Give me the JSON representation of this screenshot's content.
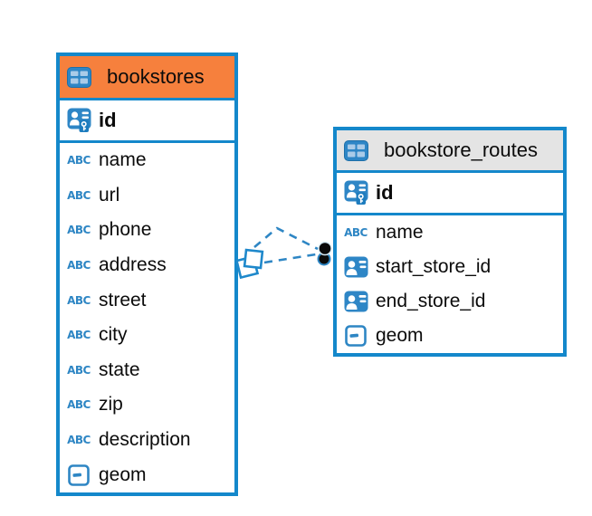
{
  "diagram": {
    "kind": "entity-relationship-diagram",
    "background": "#ffffff"
  },
  "colors": {
    "table_border": "#1488CB",
    "bookstores_header_bg": "#F6803D",
    "routes_header_bg": "#E4E4E4",
    "icon_blue": "#2E86C4",
    "icon_cell_light": "#AACBE8",
    "relationship_line": "#2E86C4",
    "relationship_dot": "#0a0a0a",
    "text": "#0b0b0b"
  },
  "icons": {
    "text_type_label": "ABC"
  },
  "tables": [
    {
      "name": "bookstores",
      "header": {
        "label": "bookstores",
        "background": "#F6803D",
        "icon": "table-icon"
      },
      "primary_key": {
        "name": "id",
        "type": "primary-key",
        "icon": "person-key-icon"
      },
      "columns": [
        {
          "name": "name",
          "type": "text",
          "icon": "abc-icon"
        },
        {
          "name": "url",
          "type": "text",
          "icon": "abc-icon"
        },
        {
          "name": "phone",
          "type": "text",
          "icon": "abc-icon"
        },
        {
          "name": "address",
          "type": "text",
          "icon": "abc-icon"
        },
        {
          "name": "street",
          "type": "text",
          "icon": "abc-icon"
        },
        {
          "name": "city",
          "type": "text",
          "icon": "abc-icon"
        },
        {
          "name": "state",
          "type": "text",
          "icon": "abc-icon"
        },
        {
          "name": "zip",
          "type": "text",
          "icon": "abc-icon"
        },
        {
          "name": "description",
          "type": "text",
          "icon": "abc-icon"
        },
        {
          "name": "geom",
          "type": "geometry",
          "icon": "geometry-icon"
        }
      ]
    },
    {
      "name": "bookstore_routes",
      "header": {
        "label": "bookstore_routes",
        "background": "#E4E4E4",
        "icon": "table-icon"
      },
      "primary_key": {
        "name": "id",
        "type": "primary-key",
        "icon": "person-key-icon"
      },
      "columns": [
        {
          "name": "name",
          "type": "text",
          "icon": "abc-icon"
        },
        {
          "name": "start_store_id",
          "type": "reference",
          "icon": "person-icon"
        },
        {
          "name": "end_store_id",
          "type": "reference",
          "icon": "person-icon"
        },
        {
          "name": "geom",
          "type": "geometry",
          "icon": "geometry-icon"
        }
      ]
    }
  ],
  "relationships": [
    {
      "from_table": "bookstores",
      "to_table": "bookstore_routes",
      "to_column": "start_store_id",
      "line_style": "dashed",
      "source_marker": "diamond",
      "target_marker": "dot"
    },
    {
      "from_table": "bookstores",
      "to_table": "bookstore_routes",
      "to_column": "end_store_id",
      "line_style": "dashed",
      "source_marker": "diamond",
      "target_marker": "dot"
    }
  ]
}
